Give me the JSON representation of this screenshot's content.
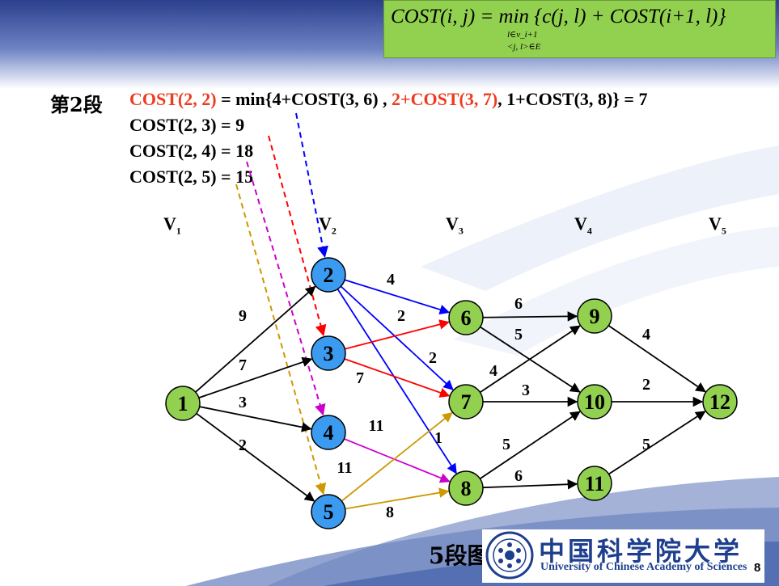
{
  "formula": {
    "main": "COST(i, j) = min  {c(j, l) + COST(i+1, l)}",
    "sub1": "l∈v_i+1",
    "sub2": "<j, l>∈E"
  },
  "stage_label": "第2段",
  "equations": [
    {
      "part1": "COST(2, 2)",
      "part2": " = min{4+COST(3, 6) , ",
      "part3": "2+COST(3, 7)",
      "part4": ", 1+COST(3, 8)} = 7"
    },
    {
      "text": "COST(2, 3) = 9"
    },
    {
      "text": "COST(2, 4) = 18"
    },
    {
      "text": "COST(2, 5) = 15"
    }
  ],
  "stage_labels": [
    "V1",
    "V2",
    "V3",
    "V4",
    "V5"
  ],
  "colors": {
    "stage_node": "#3a9bf0",
    "other_node": "#92d050",
    "highlight_red": "#ee3b1f",
    "arrow_blue": "#0000ff",
    "arrow_red": "#ff0000",
    "arrow_magenta": "#cc00cc",
    "arrow_gold": "#cc9900",
    "arrow_black": "#000000"
  },
  "graph": {
    "nodes": [
      {
        "id": "1",
        "stage": 1,
        "highlight": false
      },
      {
        "id": "2",
        "stage": 2,
        "highlight": true
      },
      {
        "id": "3",
        "stage": 2,
        "highlight": true
      },
      {
        "id": "4",
        "stage": 2,
        "highlight": true
      },
      {
        "id": "5",
        "stage": 2,
        "highlight": true
      },
      {
        "id": "6",
        "stage": 3,
        "highlight": false
      },
      {
        "id": "7",
        "stage": 3,
        "highlight": false
      },
      {
        "id": "8",
        "stage": 3,
        "highlight": false
      },
      {
        "id": "9",
        "stage": 4,
        "highlight": false
      },
      {
        "id": "10",
        "stage": 4,
        "highlight": false
      },
      {
        "id": "11",
        "stage": 4,
        "highlight": false
      },
      {
        "id": "12",
        "stage": 5,
        "highlight": false
      }
    ],
    "edges": [
      {
        "from": "1",
        "to": "2",
        "w": "9",
        "color": "black"
      },
      {
        "from": "1",
        "to": "3",
        "w": "7",
        "color": "black"
      },
      {
        "from": "1",
        "to": "4",
        "w": "3",
        "color": "black"
      },
      {
        "from": "1",
        "to": "5",
        "w": "2",
        "color": "black"
      },
      {
        "from": "2",
        "to": "6",
        "w": "4",
        "color": "blue"
      },
      {
        "from": "2",
        "to": "7",
        "w": "2",
        "color": "blue"
      },
      {
        "from": "2",
        "to": "8",
        "w": "1",
        "color": "blue"
      },
      {
        "from": "3",
        "to": "6",
        "w": "2",
        "color": "red"
      },
      {
        "from": "3",
        "to": "7",
        "w": "7",
        "color": "red"
      },
      {
        "from": "4",
        "to": "8",
        "w": "11",
        "color": "magenta"
      },
      {
        "from": "5",
        "to": "7",
        "w": "11",
        "color": "gold"
      },
      {
        "from": "5",
        "to": "8",
        "w": "8",
        "color": "gold"
      },
      {
        "from": "6",
        "to": "9",
        "w": "6",
        "color": "black"
      },
      {
        "from": "6",
        "to": "10",
        "w": "5",
        "color": "black"
      },
      {
        "from": "7",
        "to": "9",
        "w": "4",
        "color": "black"
      },
      {
        "from": "7",
        "to": "10",
        "w": "3",
        "color": "black"
      },
      {
        "from": "8",
        "to": "10",
        "w": "5",
        "color": "black"
      },
      {
        "from": "8",
        "to": "11",
        "w": "6",
        "color": "black"
      },
      {
        "from": "9",
        "to": "12",
        "w": "4",
        "color": "black"
      },
      {
        "from": "10",
        "to": "12",
        "w": "2",
        "color": "black"
      },
      {
        "from": "11",
        "to": "12",
        "w": "5",
        "color": "black"
      }
    ],
    "dashed_pointers": [
      {
        "from_equation": 0,
        "to": "2",
        "color": "blue"
      },
      {
        "from_equation": 1,
        "to": "3",
        "color": "red"
      },
      {
        "from_equation": 2,
        "to": "4",
        "color": "magenta"
      },
      {
        "from_equation": 3,
        "to": "5",
        "color": "gold"
      }
    ]
  },
  "caption": "5段图",
  "logo": {
    "cn": "中国科学院大学",
    "en": "University of Chinese Academy of Sciences"
  },
  "page_number": "8"
}
